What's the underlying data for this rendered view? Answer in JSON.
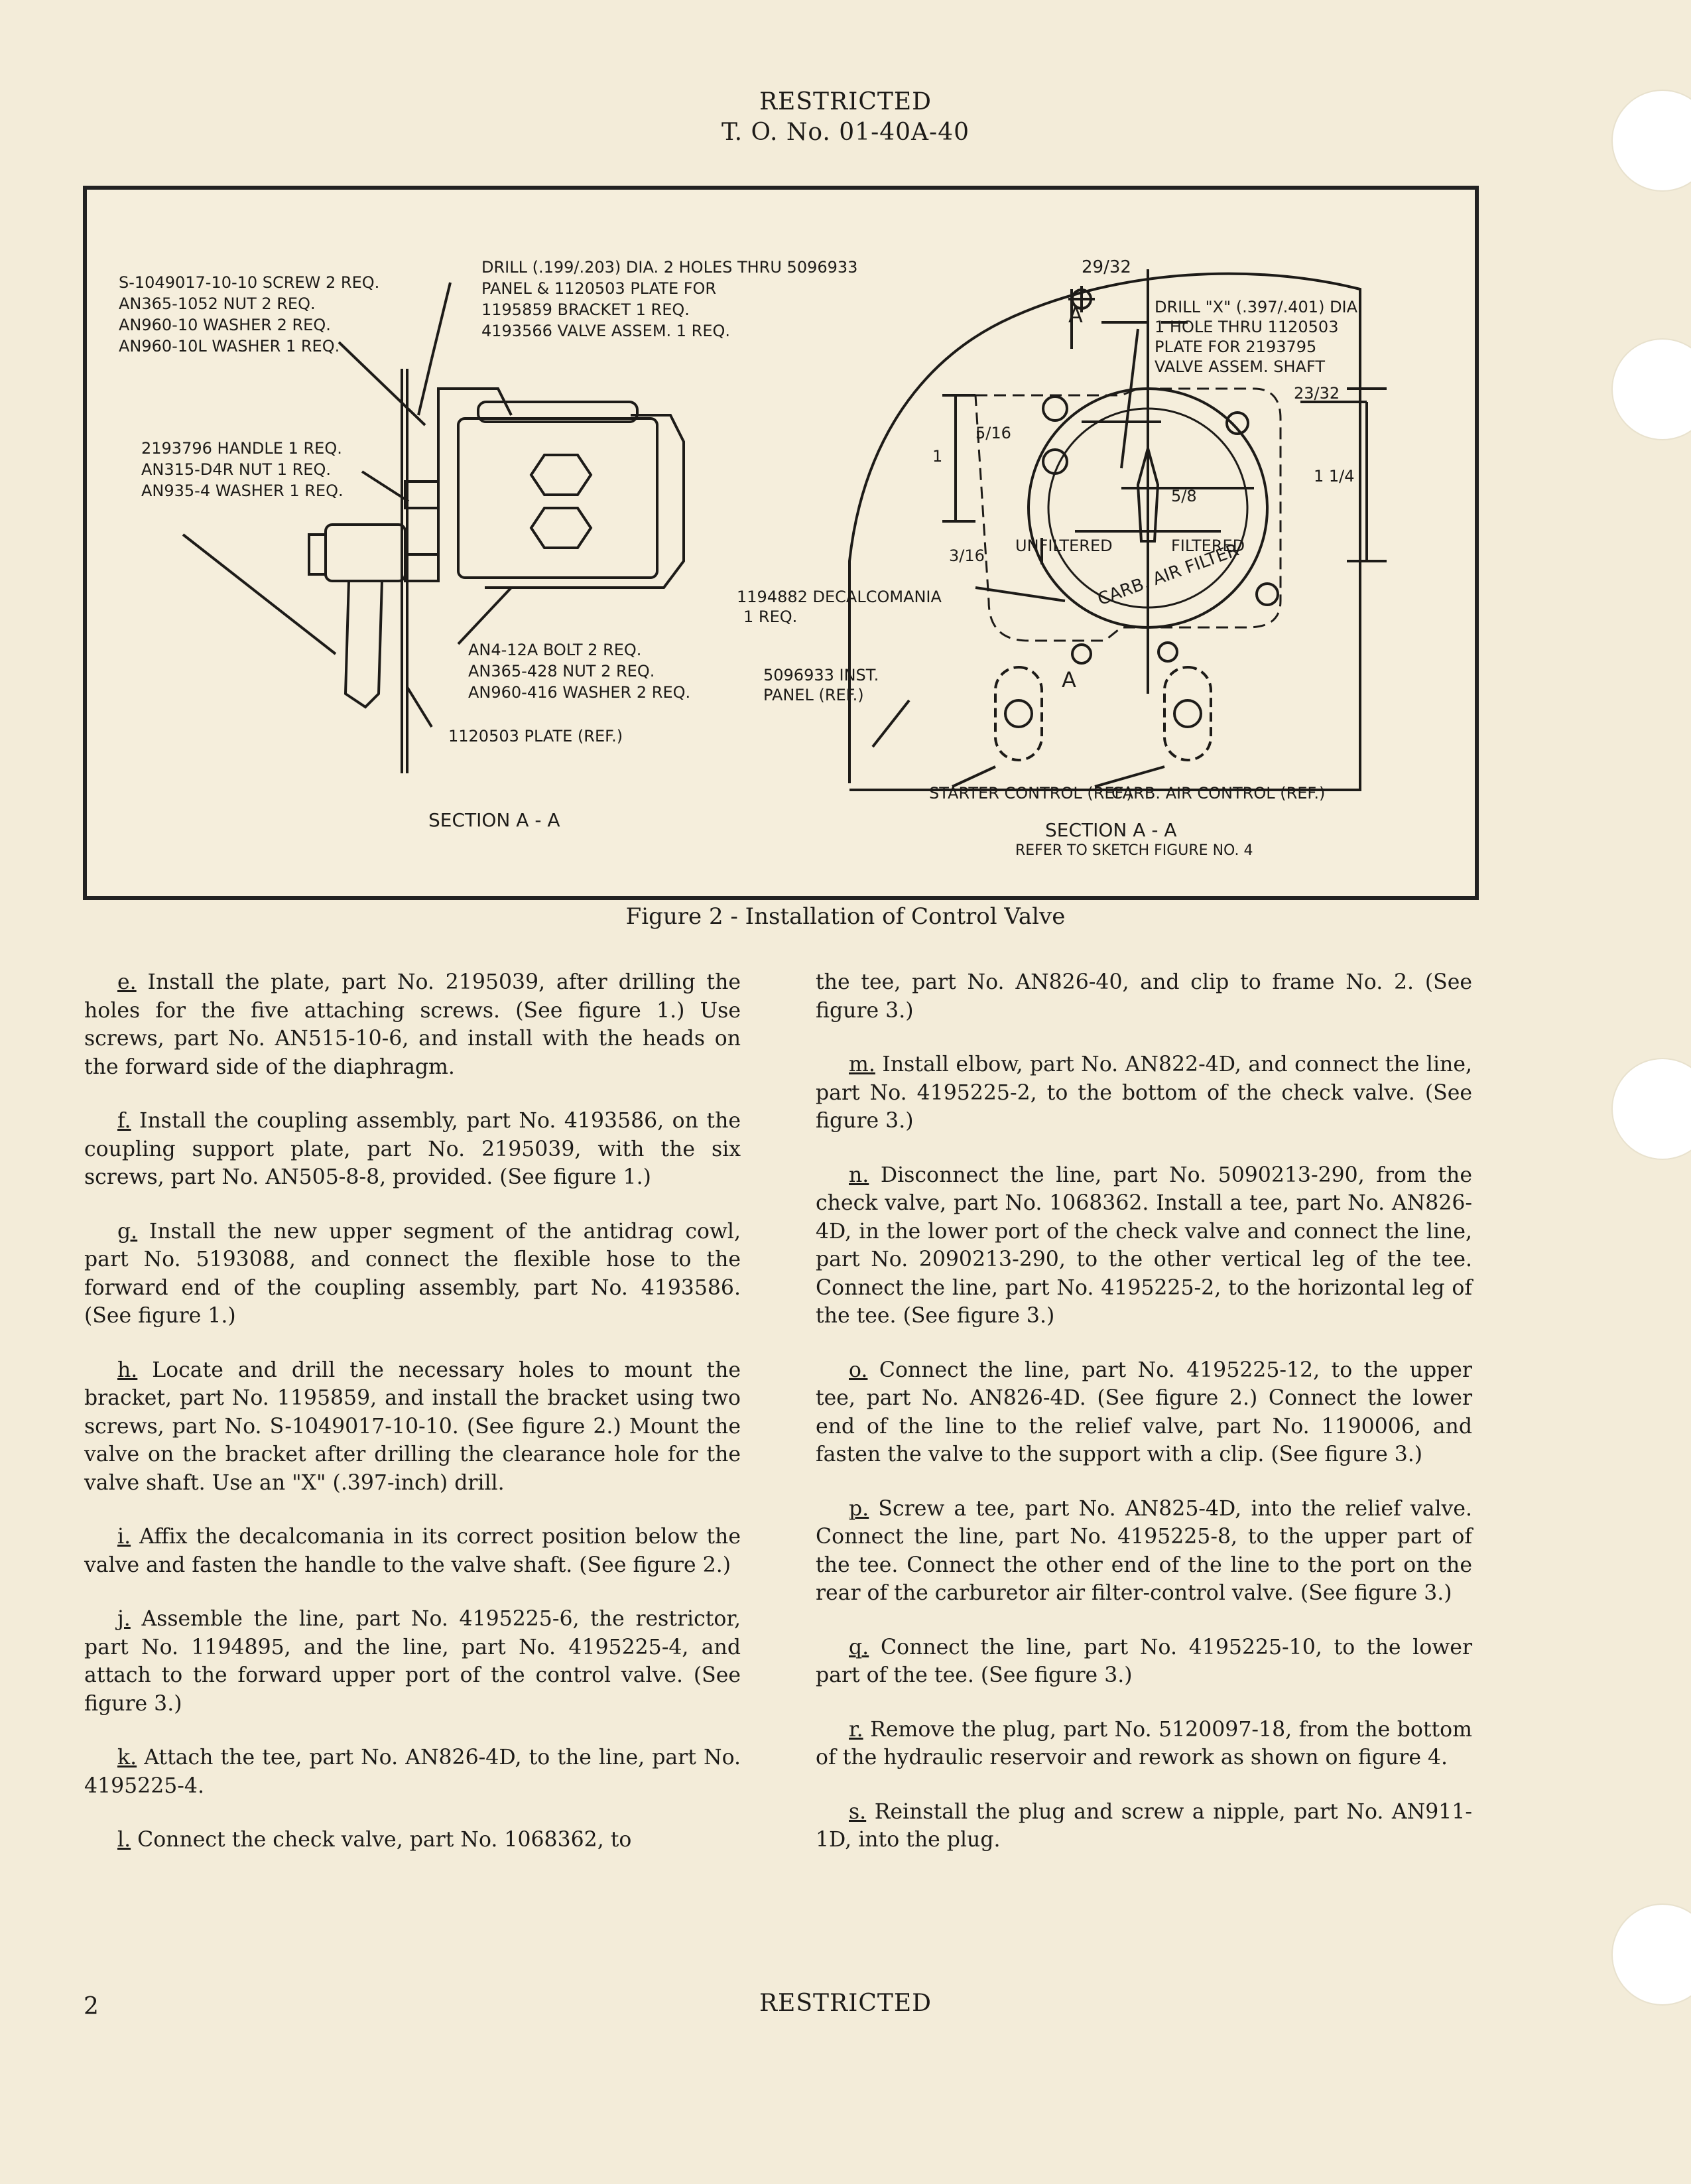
{
  "header": {
    "classification": "RESTRICTED",
    "doc_number": "T. O. No. 01-40A-40"
  },
  "figure": {
    "caption": "Figure 2 - Installation of Control Valve",
    "left": {
      "screw_group": [
        "S-1049017-10-10 SCREW 2 REQ.",
        "AN365-1052  NUT  2 REQ.",
        "AN960-10  WASHER  2 REQ.",
        "AN960-10L WASHER  1 REQ."
      ],
      "drill_lines": [
        "DRILL (.199/.203) DIA. 2 HOLES THRU 5096933",
        "PANEL & 1120503 PLATE FOR",
        "1195859  BRACKET  1 REQ.",
        "4193566 VALVE ASSEM.  1 REQ."
      ],
      "handle_group": [
        "2193796  HANDLE  1 REQ.",
        "AN315-D4R  NUT  1 REQ.",
        "AN935-4  WASHER  1 REQ."
      ],
      "bolt_group": [
        "AN4-12A  BOLT    2 REQ.",
        "AN365-428  NUT    2 REQ.",
        "AN960-416 WASHER  2 REQ."
      ],
      "plate_label": "1120503 PLATE (REF.)",
      "section_label": "SECTION A - A"
    },
    "right": {
      "dim_top": "29/32",
      "drill_x_lines": [
        "DRILL \"X\" (.397/.401) DIA.",
        "1 HOLE THRU 1120503",
        "PLATE FOR 2193795",
        "VALVE ASSEM. SHAFT"
      ],
      "dim_right_1": "23/32",
      "dim_right_2": "1 1/4",
      "dim_left_1": "5/16",
      "dim_center": "5/8",
      "dim_left_2": "3/16",
      "dim_left_height": "1",
      "unfiltered": "UNFILTERED",
      "filtered": "FILTERED",
      "dial_label": "CARB. AIR FILTER",
      "decal_lines": [
        "1194882 DECALCOMANIA",
        "1 REQ."
      ],
      "panel_lines": [
        "5096933 INST.",
        "PANEL (REF.)"
      ],
      "starter_label": "STARTER CONTROL (REF.)",
      "carb_control_label": "CARB. AIR CONTROL (REF.)",
      "section_label": "SECTION A - A",
      "refer_label": "REFER TO SKETCH FIGURE NO. 4",
      "marker_a": "A"
    }
  },
  "left_column": [
    {
      "step": "e.",
      "text": " Install the plate, part No. 2195039, after drilling the holes for the five attaching screws. (See figure 1.) Use screws, part No. AN515-10-6, and install with the heads on the forward side of the diaphragm."
    },
    {
      "step": "f.",
      "text": " Install the coupling assembly, part No. 4193586, on the coupling support plate, part No. 2195039, with the six screws, part No. AN505-8-8, provided. (See figure 1.)"
    },
    {
      "step": "g.",
      "text": " Install the new upper segment of the antidrag cowl, part No. 5193088, and connect the flexible hose to the forward end of the coupling assembly, part No. 4193586. (See figure 1.)"
    },
    {
      "step": "h.",
      "text": " Locate and drill the necessary holes to mount the bracket, part No. 1195859, and install the bracket using two screws, part No. S-1049017-10-10. (See figure 2.) Mount the valve on the bracket after drilling the clearance hole for the valve shaft. Use an \"X\" (.397-inch) drill."
    },
    {
      "step": "i.",
      "text": " Affix the decalcomania in its correct position below the valve and fasten the handle to the valve shaft. (See figure 2.)"
    },
    {
      "step": "j.",
      "text": " Assemble the line, part No. 4195225-6, the restrictor, part No. 1194895, and the line, part No. 4195225-4, and attach to the forward upper port of the control valve. (See figure 3.)"
    },
    {
      "step": "k.",
      "text": " Attach the tee, part No. AN826-4D, to the line, part No. 4195225-4."
    },
    {
      "step": "l.",
      "text": " Connect the check valve, part No. 1068362, to"
    }
  ],
  "right_column": [
    {
      "step": "",
      "text": "the tee, part No. AN826-40, and clip to frame No. 2. (See figure 3.)"
    },
    {
      "step": "m.",
      "text": " Install elbow, part No. AN822-4D, and connect the line, part No. 4195225-2, to the bottom of the check valve. (See figure 3.)"
    },
    {
      "step": "n.",
      "text": " Disconnect the line, part No. 5090213-290, from the check valve, part No. 1068362. Install a tee, part No. AN826-4D, in the lower port of the check valve and connect the line, part No. 2090213-290, to the other vertical leg of the tee. Connect the line, part No. 4195225-2, to the horizontal leg of the tee. (See figure 3.)"
    },
    {
      "step": "o.",
      "text": " Connect the line, part No. 4195225-12, to the upper tee, part No. AN826-4D. (See figure 2.) Connect the lower end of the line to the relief valve, part No. 1190006, and fasten the valve to the support with a clip. (See figure 3.)"
    },
    {
      "step": "p.",
      "text": " Screw a tee, part No. AN825-4D, into the relief valve. Connect the line, part No. 4195225-8, to the upper part of the tee. Connect the other end of the line to the port on the rear of the carburetor air filter-control valve. (See figure 3.)"
    },
    {
      "step": "q.",
      "text": " Connect the line, part No. 4195225-10, to the lower part of the tee. (See figure 3.)"
    },
    {
      "step": "r.",
      "text": " Remove the plug, part No. 5120097-18, from the bottom of the hydraulic reservoir and rework as shown on figure 4."
    },
    {
      "step": "s.",
      "text": " Reinstall the plug and screw a nipple, part No. AN911-1D, into the plug."
    }
  ],
  "footer": {
    "page_number": "2",
    "classification": "RESTRICTED"
  }
}
